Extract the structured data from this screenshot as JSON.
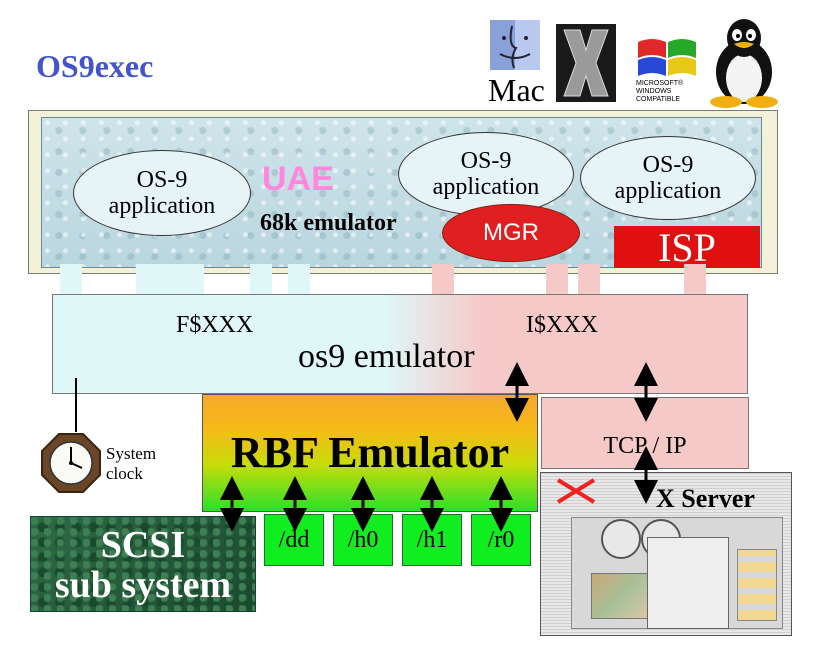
{
  "title": "OS9exec",
  "logos": {
    "mac": "Mac",
    "windows": "MICROSOFT® WINDOWS COMPATIBLE"
  },
  "uae": {
    "label": "UAE",
    "emulator": "68k emulator",
    "app1_line1": "OS-9",
    "app1_line2": "application",
    "app2_line1": "OS-9",
    "app2_line2": "application",
    "app3_line1": "OS-9",
    "app3_line2": "application",
    "mgr": "MGR",
    "isp": "ISP"
  },
  "os9emu": {
    "fxxx": "F$XXX",
    "ixxx": "I$XXX",
    "label": "os9 emulator"
  },
  "rbf": {
    "label": "RBF Emulator"
  },
  "tcp": {
    "label": "TCP / IP"
  },
  "disks": [
    "/dd",
    "/h0",
    "/h1",
    "/r0"
  ],
  "scsi": {
    "line1": "SCSI",
    "line2": "sub system"
  },
  "clock": {
    "line1": "System",
    "line2": "clock"
  },
  "xserver": {
    "label": "X Server"
  },
  "colors": {
    "title": "#4455cc",
    "uae": "#ff88dd",
    "red": "#e01010",
    "disk": "#10ee20"
  }
}
